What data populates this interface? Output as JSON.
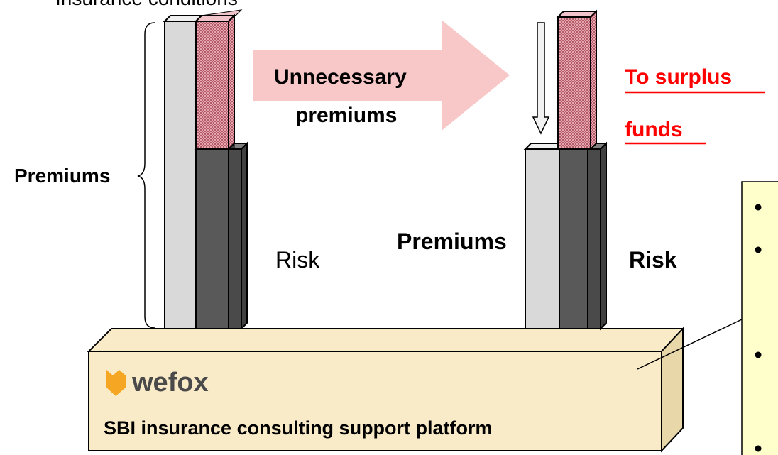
{
  "top_caption": "Insurance conditions",
  "left_column": {
    "premiums_label": "Premiums",
    "risk_label": "Risk"
  },
  "arrow": {
    "label_line1": "Unnecessary",
    "label_line2": "premiums"
  },
  "right_column": {
    "premiums_label": "Premiums",
    "risk_label": "Risk",
    "surplus_line1": "To surplus",
    "surplus_line2": "funds"
  },
  "platform": {
    "brand": "wefox",
    "title": "SBI insurance consulting support platform"
  },
  "callout": {
    "bullet_count_visible": 4
  },
  "colors": {
    "premium_bar": "#d9d9d9",
    "risk_bar": "#595959",
    "unnecessary_bar": "#d9919b",
    "arrow_fill": "#f8c8c8",
    "platform_fill": "#faebc8",
    "callout_fill": "#ffffcc",
    "surplus_text": "#ff0000",
    "wefox_orange": "#f5a623"
  }
}
